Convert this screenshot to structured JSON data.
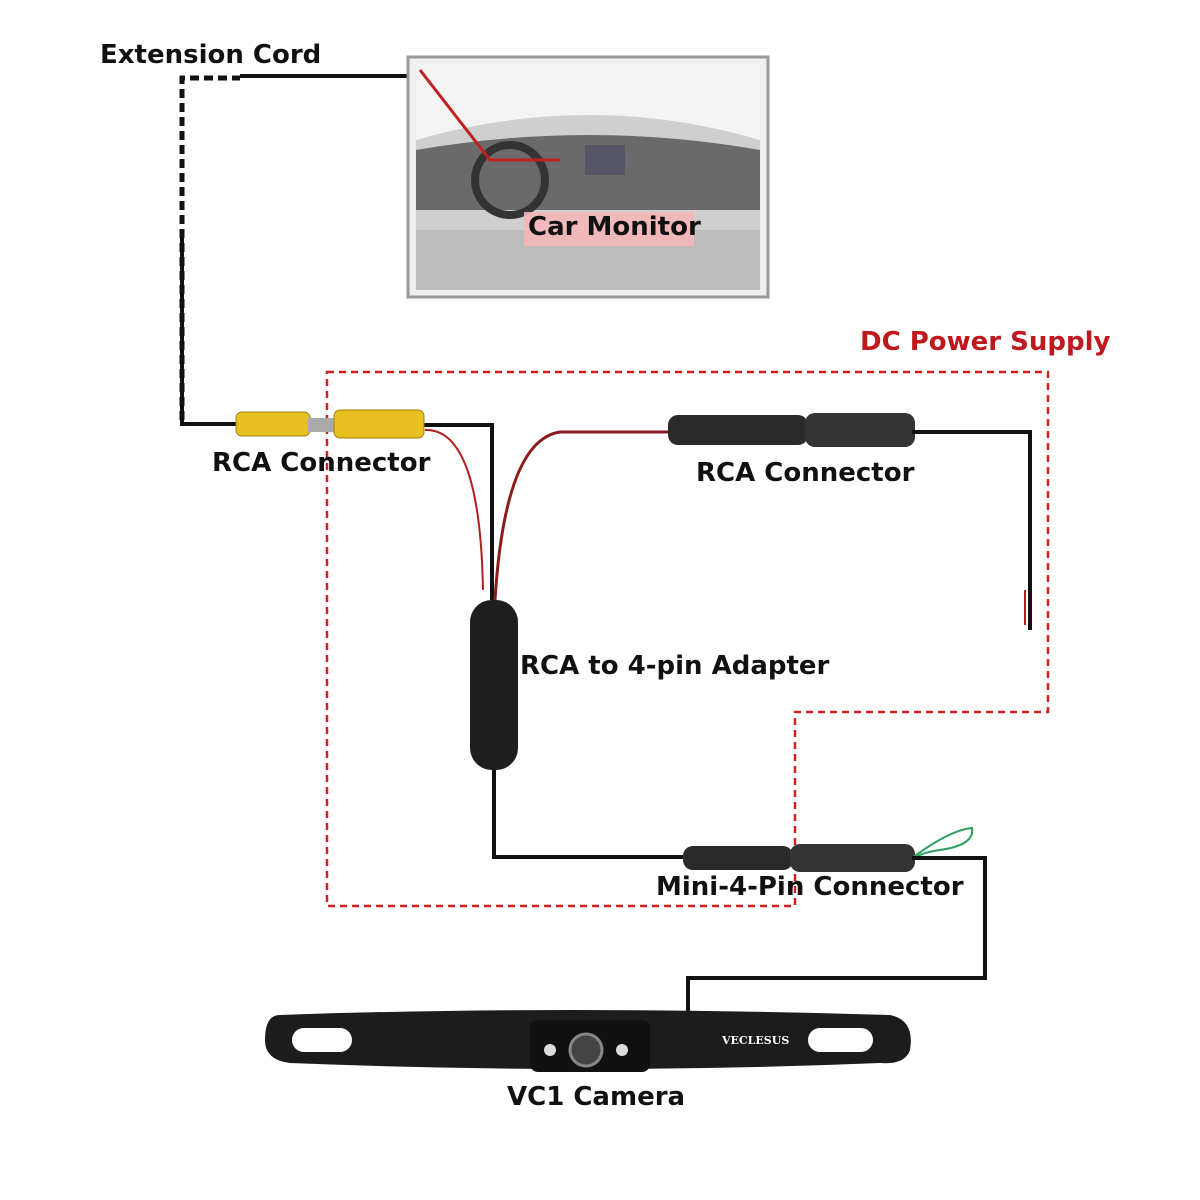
{
  "labels": {
    "extension_cord": "Extension Cord",
    "car_monitor": "Car Monitor",
    "dc_power_supply": "DC Power Supply",
    "rca_connector_left": "RCA Connector",
    "rca_connector_right": "RCA Connector",
    "adapter": "RCA to 4-pin Adapter",
    "mini_connector": "Mini-4-Pin Connector",
    "camera": "VC1 Camera"
  },
  "camera_brand_logo": "VECLESUS",
  "colors": {
    "power_dashed": "#d02020",
    "wire": "#111111",
    "rca_yellow": "#e8c020",
    "red_wire": "#b02020",
    "green_loop": "#30a060"
  }
}
